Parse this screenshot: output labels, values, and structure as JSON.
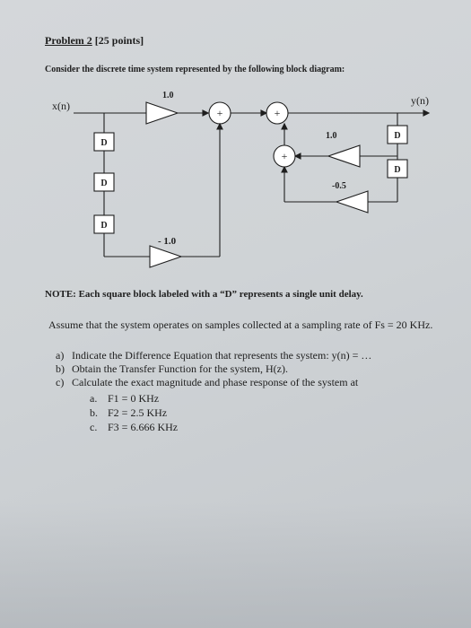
{
  "problem": {
    "number": "Problem 2",
    "points": "[25 points]",
    "intro": "Consider the discrete time system represented by the following block diagram:"
  },
  "diagram": {
    "input_label": "x(n)",
    "output_label": "y(n)",
    "delay_label": "D",
    "gain_forward": "1.0",
    "gain_feedback_a": "1.0",
    "gain_feedback_b": "-0.5",
    "gain_bottom": "- 1.0",
    "adder_symbol": "+"
  },
  "note": "NOTE: Each square block labeled with a “D” represents a single unit delay.",
  "assume": "Assume that the system operates on samples collected at a sampling rate of Fs = 20 KHz.",
  "questions": [
    {
      "label": "a)",
      "text": "Indicate the Difference Equation that represents the system: y(n) = …"
    },
    {
      "label": "b)",
      "text": "Obtain the Transfer Function for the system, H(z)."
    },
    {
      "label": "c)",
      "text": "Calculate the exact magnitude and phase response of the system at"
    }
  ],
  "frequencies": [
    {
      "label": "a.",
      "text": "F1 =  0 KHz"
    },
    {
      "label": "b.",
      "text": "F2 =  2.5 KHz"
    },
    {
      "label": "c.",
      "text": "F3 = 6.666 KHz"
    }
  ]
}
